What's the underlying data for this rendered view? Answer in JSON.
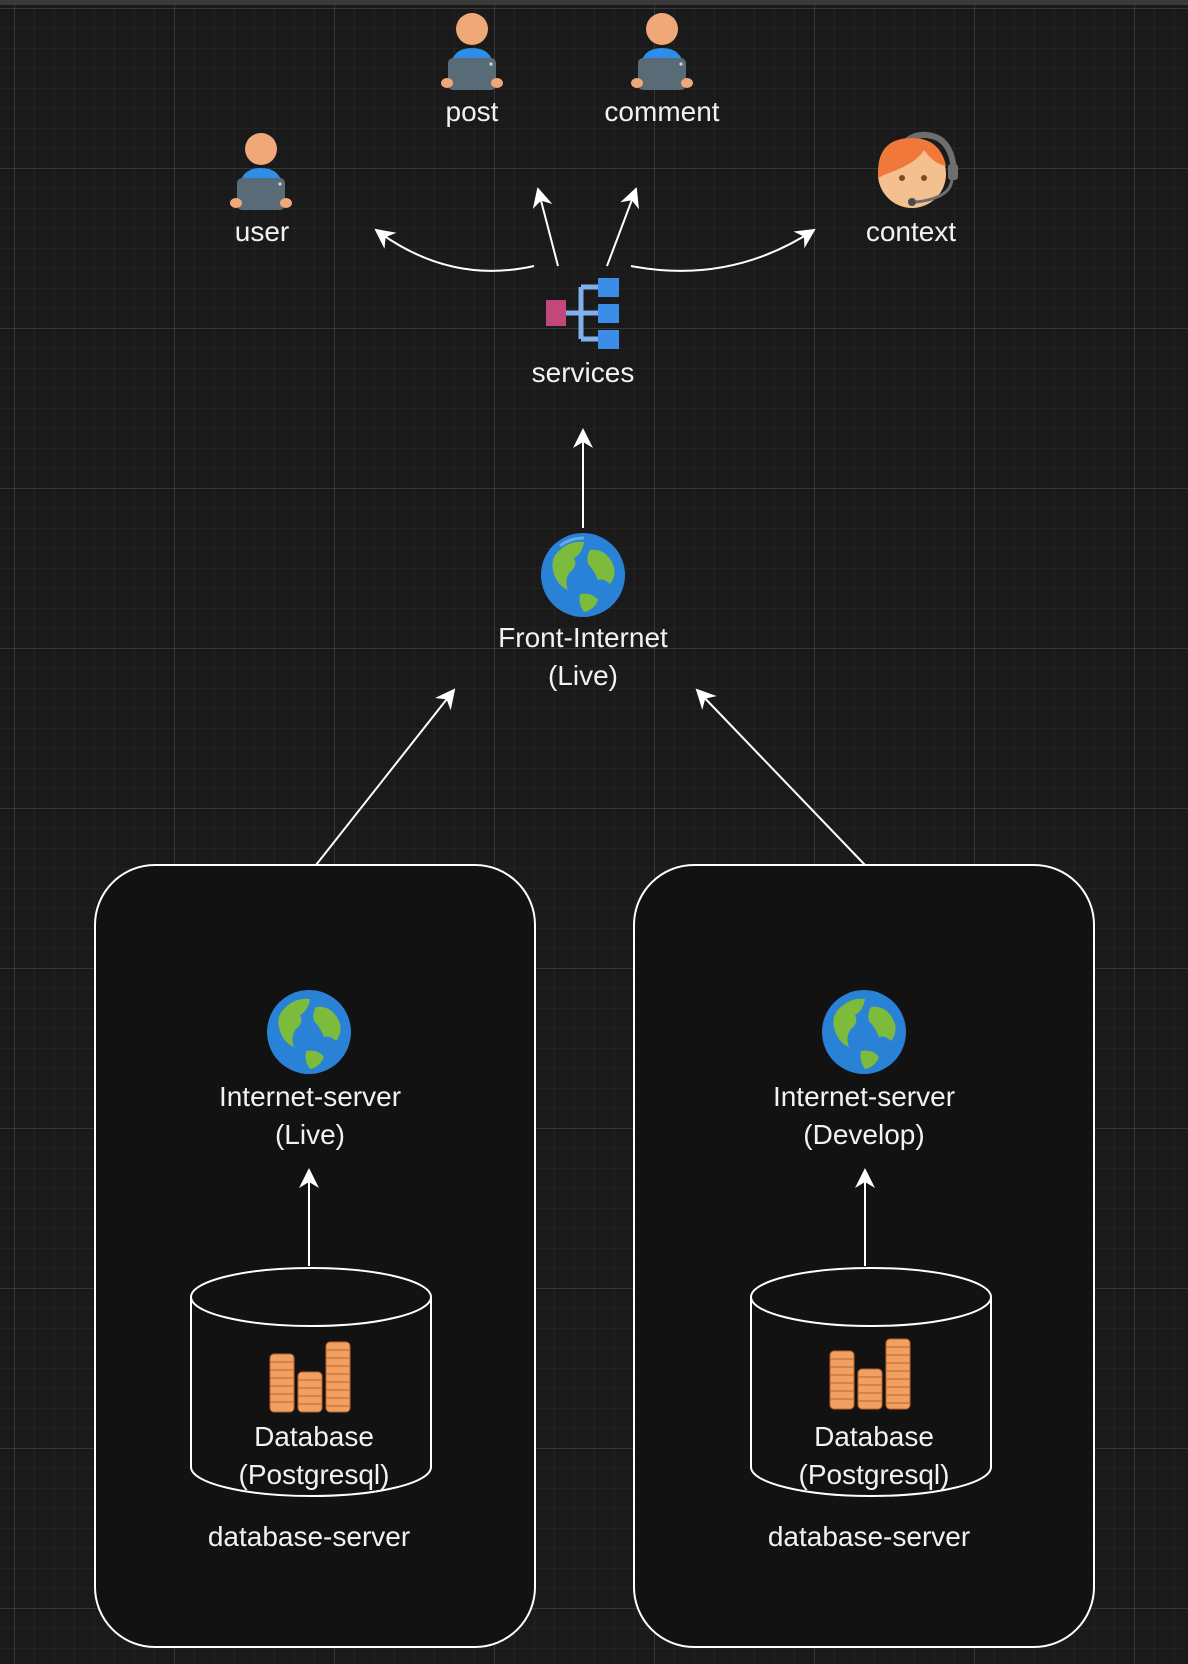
{
  "diagram": {
    "actors": {
      "user": "user",
      "post": "post",
      "comment": "comment",
      "context": "context"
    },
    "services": "services",
    "front": {
      "name": "Front-Internet",
      "env": "(Live)"
    },
    "live_group": {
      "server": {
        "name": "Internet-server",
        "env": "(Live)"
      },
      "database": {
        "name": "Database",
        "engine": "(Postgresql)"
      },
      "caption": "database-server"
    },
    "develop_group": {
      "server": {
        "name": "Internet-server",
        "env": "(Develop)"
      },
      "database": {
        "name": "Database",
        "engine": "(Postgresql)"
      },
      "caption": "database-server"
    }
  },
  "colors": {
    "background": "#1a1a1a",
    "line": "#ffffff",
    "person_skin": "#f0a878",
    "person_shirt": "#2f8fe8",
    "laptop": "#5a6b78",
    "service_blue": "#3b8de8",
    "service_pink": "#c2477a",
    "coins": "#f0a060"
  },
  "icons": {
    "person": "person-laptop-icon",
    "support": "support-agent-icon",
    "services": "service-hierarchy-icon",
    "globe": "globe-icon",
    "database": "database-cylinder-icon",
    "coins": "coin-stacks-icon"
  }
}
